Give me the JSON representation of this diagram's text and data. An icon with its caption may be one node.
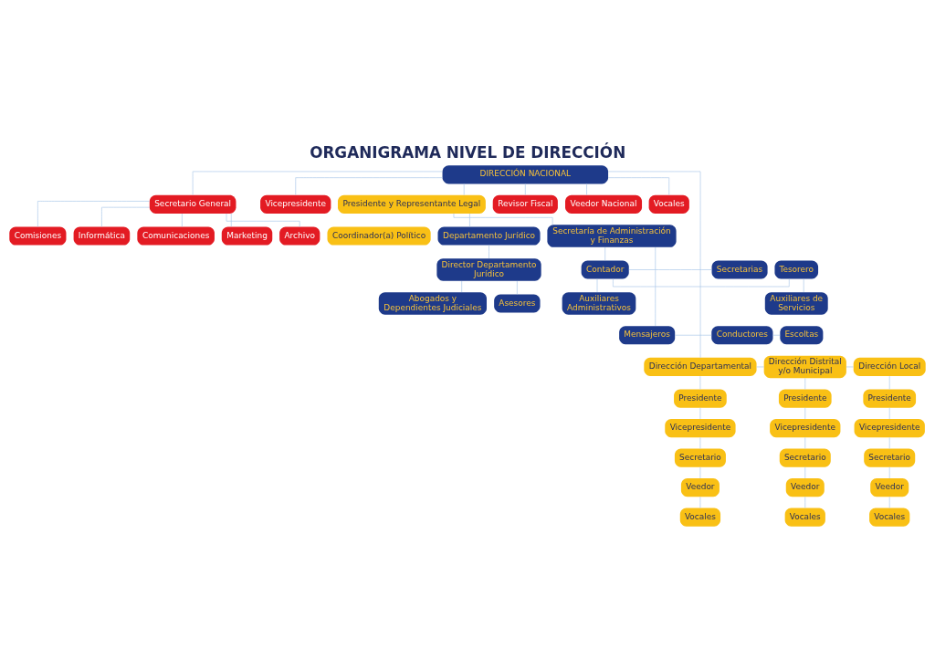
{
  "diagram": {
    "title": "ORGANIGRAMA NIVEL DE DIRECCIÓN",
    "nodes": [
      {
        "text": [
          "DIRECCIÓN NACIONAL"
        ]
      },
      {
        "text": [
          "Secretario General"
        ]
      },
      {
        "text": [
          "Vicepresidente"
        ]
      },
      {
        "text": [
          "Presidente y Representante Legal"
        ]
      },
      {
        "text": [
          "Coordinador(a) Político"
        ]
      },
      {
        "text": [
          "Revisor Fiscal"
        ]
      },
      {
        "text": [
          "Veedor Nacional"
        ]
      },
      {
        "text": [
          "Vocales"
        ]
      },
      {
        "text": [
          "Comisiones"
        ]
      },
      {
        "text": [
          "Informática"
        ]
      },
      {
        "text": [
          "Comunicaciones"
        ]
      },
      {
        "text": [
          "Marketing"
        ]
      },
      {
        "text": [
          "Archivo"
        ]
      },
      {
        "text": [
          "Departamento Jurídico"
        ]
      },
      {
        "text": [
          "Secretaría de Administración y Finanzas"
        ]
      },
      {
        "text": [
          "Director Departamento Jurídico"
        ]
      },
      {
        "text": [
          "Abogados y Dependientes Judiciales"
        ]
      },
      {
        "text": [
          "Asesores"
        ]
      },
      {
        "text": [
          "Secretarias"
        ]
      },
      {
        "text": [
          "Contador"
        ]
      },
      {
        "text": [
          "Tesorero"
        ]
      },
      {
        "text": [
          "Auxiliares Administrativos"
        ]
      },
      {
        "text": [
          "Auxiliares de Servicios"
        ]
      },
      {
        "text": [
          "Mensajeros"
        ]
      },
      {
        "text": [
          "Conductores"
        ]
      },
      {
        "text": [
          "Escoltas"
        ]
      },
      {
        "text": [
          "Dirección Departamental"
        ]
      },
      {
        "text": [
          "Dirección Distrital y/o Municipal"
        ]
      },
      {
        "text": [
          "Dirección Local"
        ]
      },
      {
        "text": [
          "Presidente"
        ]
      },
      {
        "text": [
          "Vicepresidente"
        ]
      },
      {
        "text": [
          "Secretario"
        ]
      },
      {
        "text": [
          "Veedor"
        ]
      },
      {
        "text": [
          "Vocales"
        ]
      },
      {
        "text": [
          "Presidente"
        ]
      },
      {
        "text": [
          "Vicepresidente"
        ]
      },
      {
        "text": [
          "Secretario"
        ]
      },
      {
        "text": [
          "Veedor"
        ]
      },
      {
        "text": [
          "Vocales"
        ]
      },
      {
        "text": [
          "Presidente"
        ]
      },
      {
        "text": [
          "Vicepresidente"
        ]
      },
      {
        "text": [
          "Secretario"
        ]
      },
      {
        "text": [
          "Veedor"
        ]
      },
      {
        "text": [
          "Vocales"
        ]
      }
    ],
    "edges": [
      {
        "from": 0,
        "to": 1,
        "arrow": "none"
      },
      {
        "from": 0,
        "to": 2,
        "arrow": "none"
      },
      {
        "from": 0,
        "to": 3,
        "arrow": "none"
      },
      {
        "from": 0,
        "to": 5,
        "arrow": "none"
      },
      {
        "from": 0,
        "to": 6,
        "arrow": "none"
      },
      {
        "from": 0,
        "to": 7,
        "arrow": "none"
      },
      {
        "from": 1,
        "to": 8,
        "arrow": "none"
      },
      {
        "from": 1,
        "to": 9,
        "arrow": "none"
      },
      {
        "from": 1,
        "to": 10,
        "arrow": "none"
      },
      {
        "from": 1,
        "to": 11,
        "arrow": "none"
      },
      {
        "from": 1,
        "to": 12,
        "arrow": "none"
      },
      {
        "from": 3,
        "to": 13,
        "arrow": "none"
      },
      {
        "from": 3,
        "to": 14,
        "arrow": "none"
      },
      {
        "from": 13,
        "to": 15,
        "arrow": "none"
      },
      {
        "from": 15,
        "to": 16,
        "arrow": "none"
      },
      {
        "from": 15,
        "to": 17,
        "arrow": "none"
      },
      {
        "from": 14,
        "to": 19,
        "arrow": "none"
      },
      {
        "from": 19,
        "to": 18,
        "arrow": "none"
      },
      {
        "from": 19,
        "to": 20,
        "arrow": "none"
      },
      {
        "from": 19,
        "to": 21,
        "arrow": "none"
      },
      {
        "from": 20,
        "to": 22,
        "arrow": "none"
      },
      {
        "from": 14,
        "to": 23,
        "arrow": "none"
      },
      {
        "from": 23,
        "to": 24,
        "arrow": "none"
      },
      {
        "from": 24,
        "to": 25,
        "arrow": "none"
      },
      {
        "from": 0,
        "to": 26,
        "arrow": "none"
      },
      {
        "from": 26,
        "to": 27,
        "arrow": "none"
      },
      {
        "from": 27,
        "to": 28,
        "arrow": "none"
      },
      {
        "from": 26,
        "to": 29,
        "arrow": "none"
      },
      {
        "from": 29,
        "to": 30,
        "arrow": "none"
      },
      {
        "from": 30,
        "to": 31,
        "arrow": "none"
      },
      {
        "from": 31,
        "to": 32,
        "arrow": "none"
      },
      {
        "from": 32,
        "to": 33,
        "arrow": "none"
      },
      {
        "from": 27,
        "to": 34,
        "arrow": "none"
      },
      {
        "from": 34,
        "to": 35,
        "arrow": "none"
      },
      {
        "from": 35,
        "to": 36,
        "arrow": "none"
      },
      {
        "from": 36,
        "to": 37,
        "arrow": "none"
      },
      {
        "from": 37,
        "to": 38,
        "arrow": "none"
      },
      {
        "from": 28,
        "to": 39,
        "arrow": "none"
      },
      {
        "from": 39,
        "to": 40,
        "arrow": "none"
      },
      {
        "from": 40,
        "to": 41,
        "arrow": "none"
      },
      {
        "from": 41,
        "to": 42,
        "arrow": "none"
      },
      {
        "from": 42,
        "to": 43,
        "arrow": "none"
      }
    ]
  }
}
